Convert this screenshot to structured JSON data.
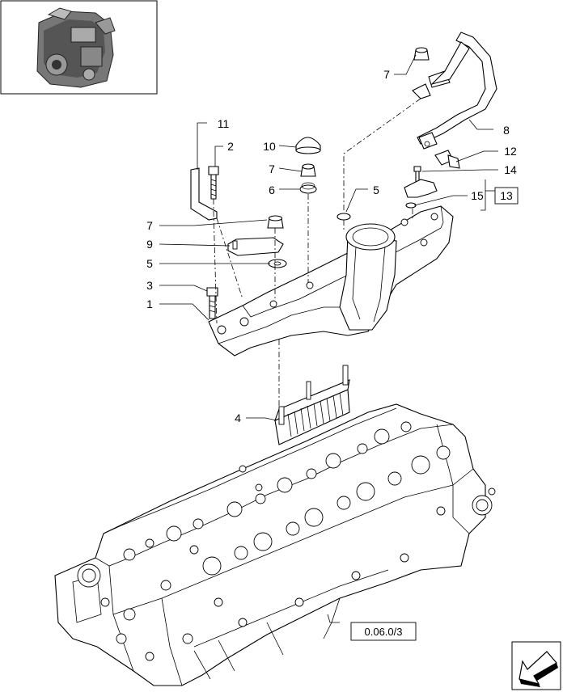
{
  "callouts": {
    "c1": "1",
    "c2": "2",
    "c3": "3",
    "c4": "4",
    "c5a": "5",
    "c5b": "5",
    "c6": "6",
    "c7a": "7",
    "c7b": "7",
    "c7c": "7",
    "c8": "8",
    "c9": "9",
    "c10": "10",
    "c11": "11",
    "c12": "12",
    "c13": "13",
    "c14": "14",
    "c15": "15"
  },
  "reference": {
    "label": "0.06.0/3"
  },
  "icons": {
    "thumbnail": "engine-thumbnail-icon",
    "nav": "page-arrow-icon"
  }
}
